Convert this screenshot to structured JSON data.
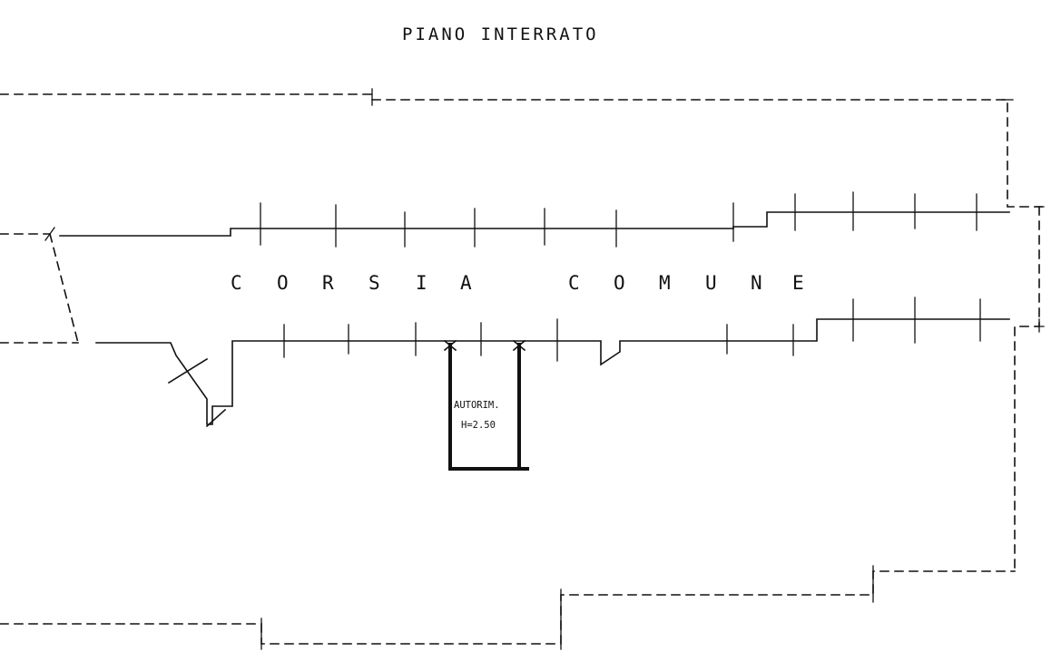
{
  "plan": {
    "title": "PIANO   INTERRATO",
    "corridor_label": [
      "C",
      "O",
      "R",
      "S",
      "I",
      "A",
      "C",
      "O",
      "M",
      "U",
      "N",
      "E"
    ],
    "garage": {
      "line1": "AUTORIM.",
      "line2": "H=2.50"
    }
  },
  "colors": {
    "ink": "#111111",
    "paper": "#ffffff"
  }
}
